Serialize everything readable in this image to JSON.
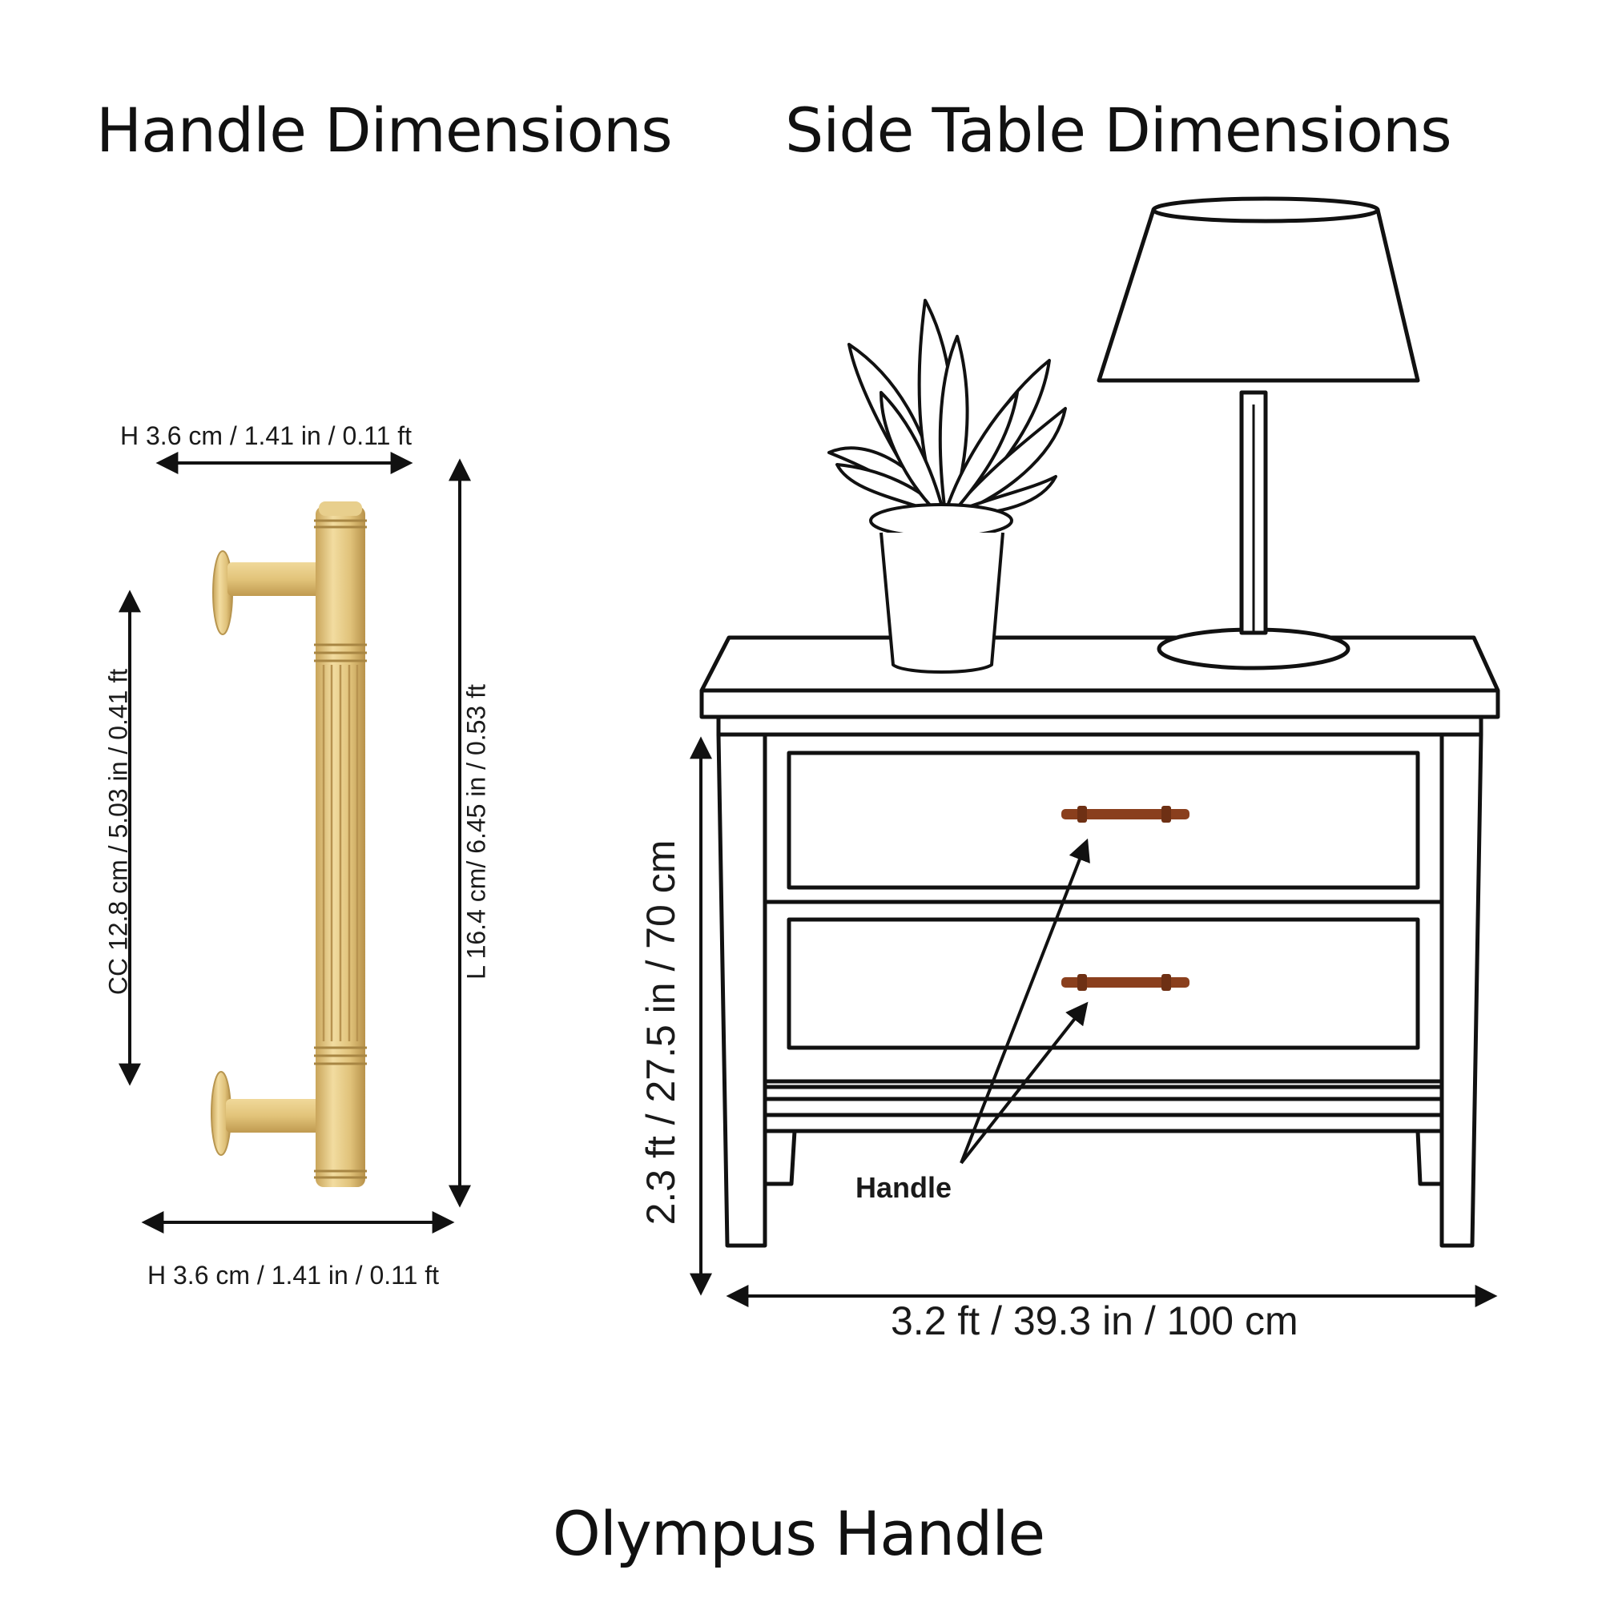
{
  "headings": {
    "handle": "Handle Dimensions",
    "side_table": "Side Table Dimensions",
    "product": "Olympus Handle"
  },
  "handle_dims": {
    "top_width": "H 3.6 cm / 1.41 in / 0.11 ft",
    "bottom_width": "H 3.6 cm / 1.41 in / 0.11 ft",
    "center_to_center": "CC 12.8 cm / 5.03 in / 0.41 ft",
    "length": "L 16.4 cm/ 6.45 in / 0.53 ft"
  },
  "table_dims": {
    "height": "2.3 ft / 27.5 in / 70 cm",
    "width": "3.2 ft / 39.3 in / 100 cm",
    "handle_callout": "Handle"
  },
  "colors": {
    "brass": "#e2c47a",
    "brass_dark": "#c9a55a",
    "leather": "#8a3f1d",
    "line": "#111111"
  }
}
